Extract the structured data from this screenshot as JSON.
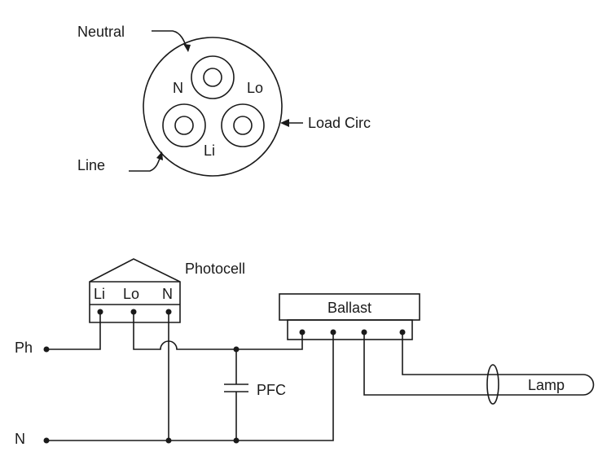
{
  "socket": {
    "neutral_label": "Neutral",
    "line_label": "Line",
    "load_label": "Load Circ",
    "pin_n": "N",
    "pin_lo": "Lo",
    "pin_li": "Li"
  },
  "photocell": {
    "title": "Photocell",
    "term_li": "Li",
    "term_lo": "Lo",
    "term_n": "N"
  },
  "circuit": {
    "ph_label": "Ph",
    "n_label": "N",
    "pfc_label": "PFC",
    "ballast_label": "Ballast",
    "lamp_label": "Lamp"
  }
}
